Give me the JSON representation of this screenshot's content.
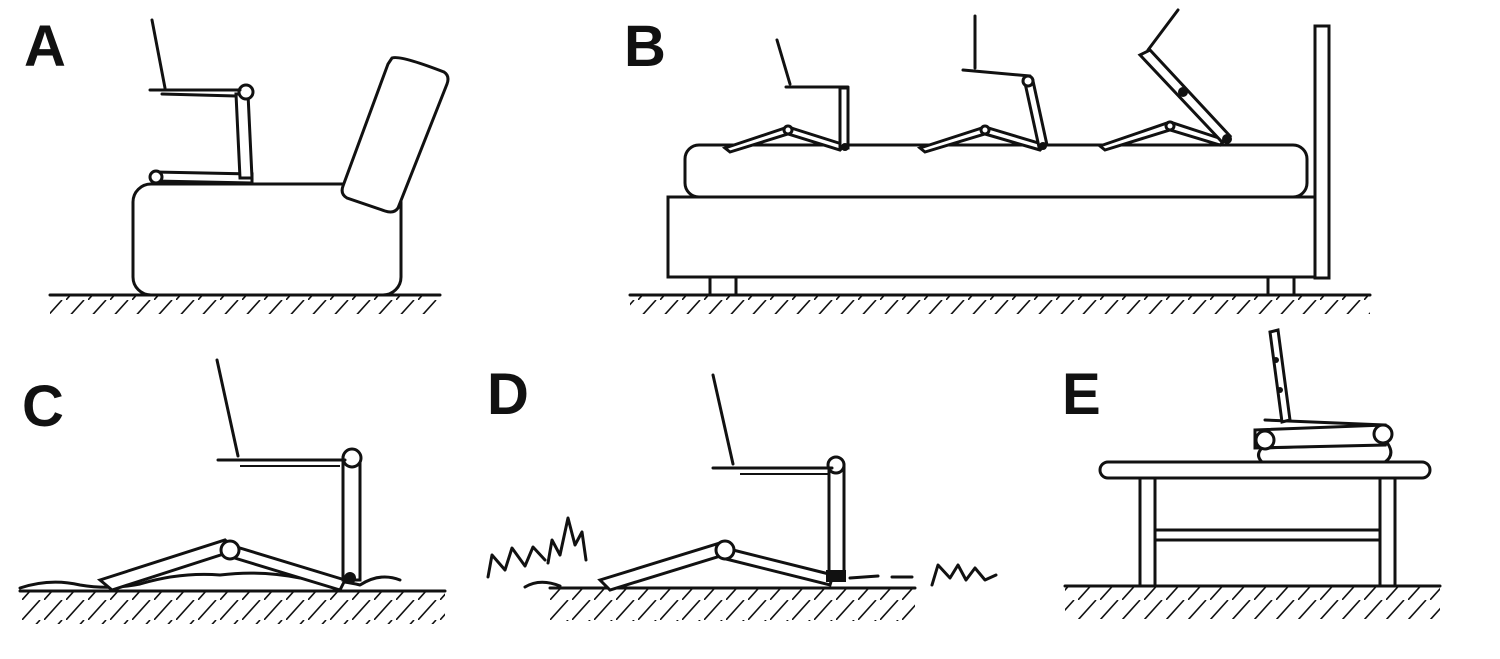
{
  "panels": [
    {
      "label": "A",
      "scene": "armchair"
    },
    {
      "label": "B",
      "scene": "bed"
    },
    {
      "label": "C",
      "scene": "floor"
    },
    {
      "label": "D",
      "scene": "grass"
    },
    {
      "label": "E",
      "scene": "table"
    }
  ],
  "colors": {
    "ink": "#111111",
    "background": "#ffffff"
  }
}
